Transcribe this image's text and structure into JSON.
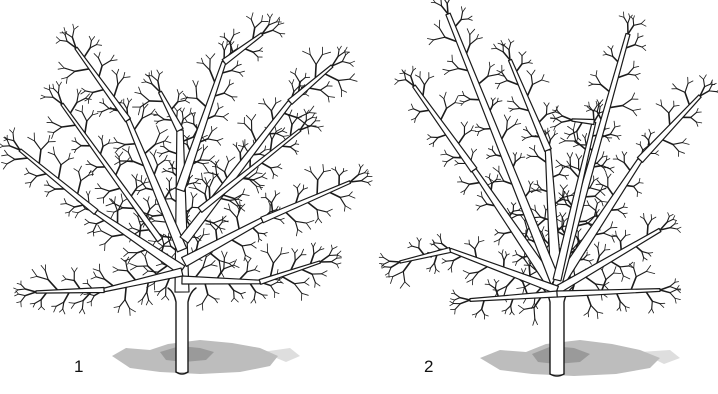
{
  "figure": {
    "panels": [
      {
        "id": "tree-1",
        "label": "1"
      },
      {
        "id": "tree-2",
        "label": "2"
      }
    ],
    "colors": {
      "ink": "#1c1c1c",
      "shadow": "#bdbdbd",
      "background": "#ffffff"
    }
  }
}
